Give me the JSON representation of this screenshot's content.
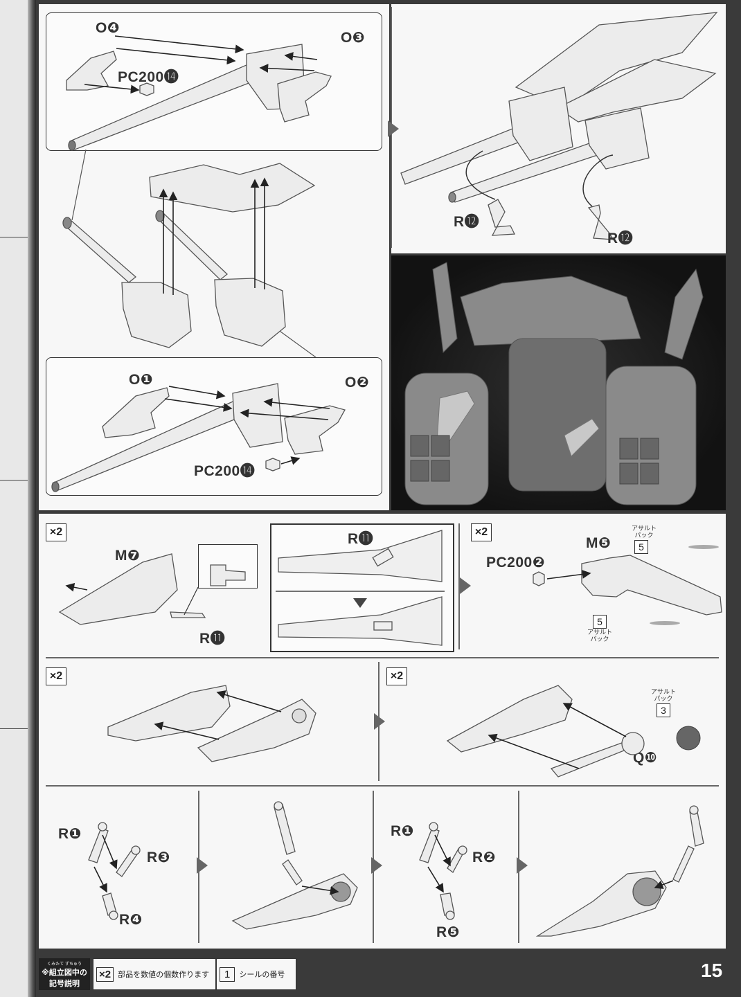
{
  "labels": {
    "o4": "O❹",
    "o3": "O❸",
    "pc200_14_top": "PC200⓮",
    "o1": "O❶",
    "o2": "O❷",
    "pc200_14_bottom": "PC200⓮",
    "r12_left": "R⓬",
    "r12_right": "R⓬",
    "m7": "M❼",
    "r11": "R⓫",
    "r11_inset": "R⓫",
    "m5": "M❺",
    "pc200_2": "PC200❷",
    "q10": "Q❿",
    "r1_a": "R❶",
    "r3": "R❸",
    "r4": "R❹",
    "r1_b": "R❶",
    "r2": "R❷",
    "r5": "R❺"
  },
  "multipliers": [
    "×2",
    "×2",
    "×2",
    "×2"
  ],
  "stickers": {
    "assault_top_num": "5",
    "assault_top_text": "アサルト\nパック",
    "assault_bottom_num": "5",
    "assault_bottom_text": "アサルト\nパック",
    "assault_q_num": "3",
    "assault_q_text": "アサルト\nパック"
  },
  "footer": {
    "legend_ruby": "くみたて ずちゅう",
    "legend_line1": "※組立図中の",
    "legend_line2": "記号説明",
    "x2_symbol": "×2",
    "x2_desc": "部品を数値の個数作ります",
    "sticker_symbol": "1",
    "sticker_desc": "シールの番号"
  },
  "page_number": "15",
  "colors": {
    "ink": "#333333",
    "paper": "#f7f7f7",
    "dark": "#3a3a3a"
  }
}
